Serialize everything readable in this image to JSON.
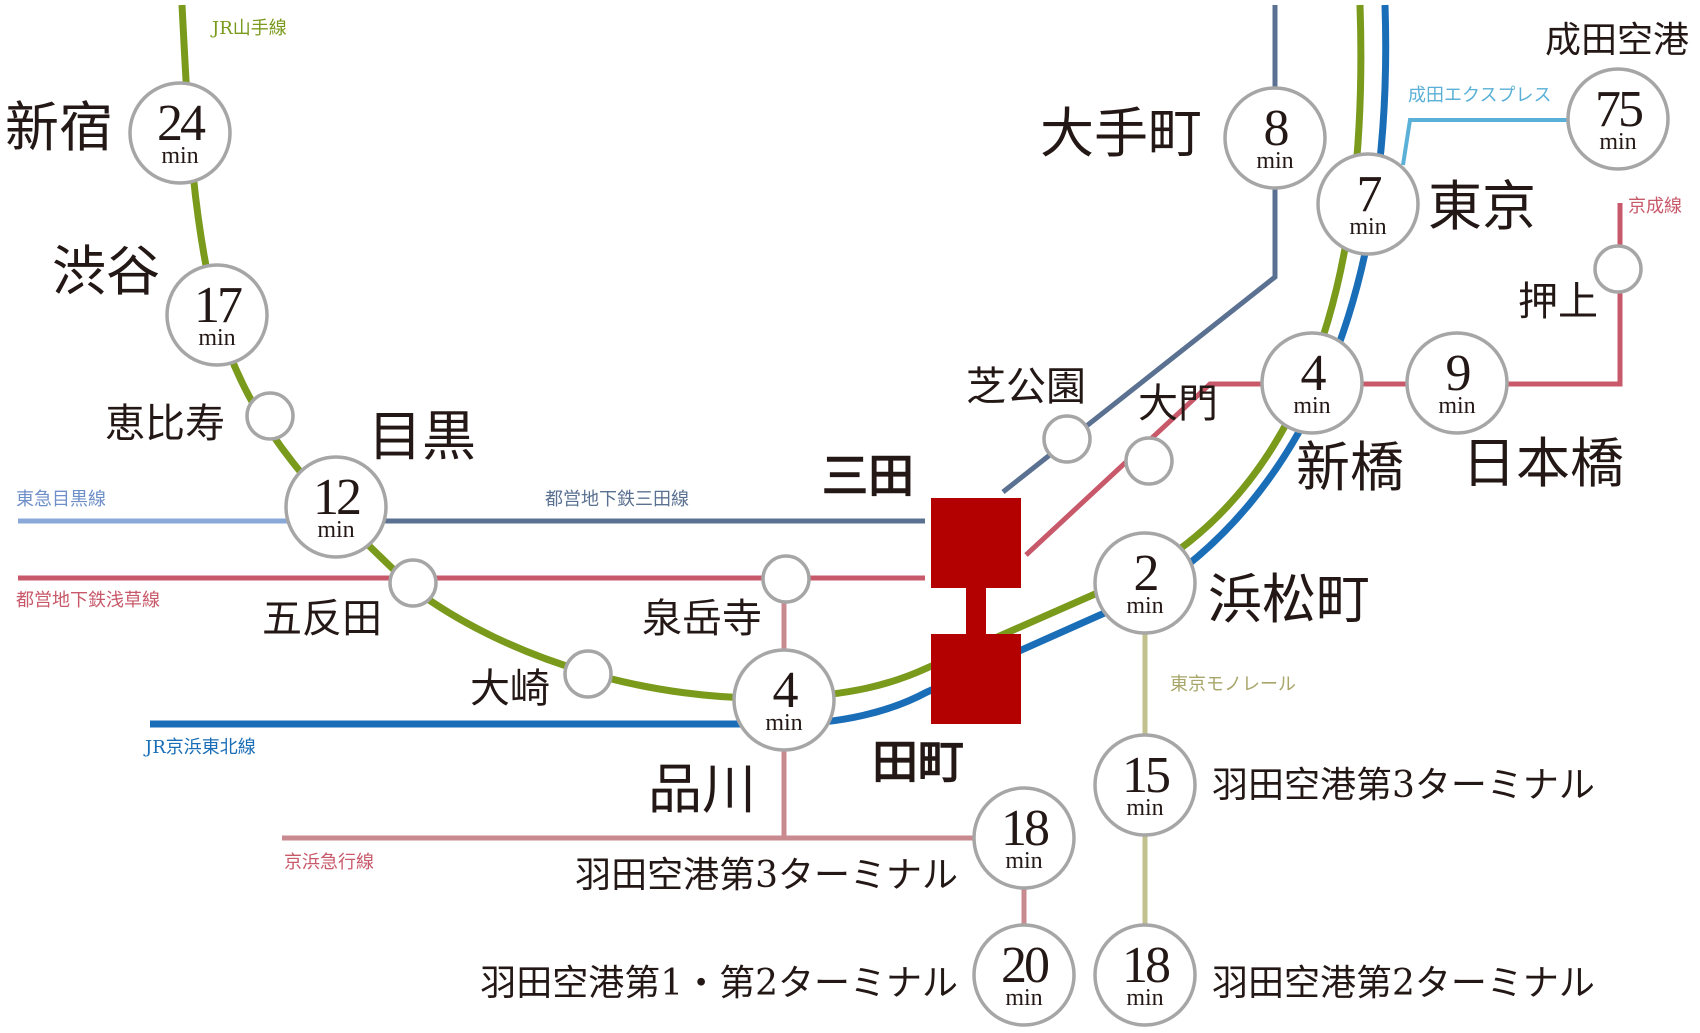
{
  "colors": {
    "yamanote": "#7a9a1c",
    "keihin_tohoku": "#1a6eb7",
    "mita_line": "#5b7191",
    "asakusa_line": "#c8596a",
    "keikyu": "#c98a8f",
    "keisei": "#c8596a",
    "narita_express": "#5ab0d6",
    "monorail": "#c2c08e",
    "toyoko_meguro": "#8aa8d8",
    "station_label": "#231815",
    "highlight": "#b30000",
    "node_stroke": "#a6a6a6"
  },
  "line_labels": {
    "yamanote": "JR山手線",
    "narita_express": "成田エクスプレス",
    "keisei": "京成線",
    "tokyu_meguro": "東急目黒線",
    "mita": "都営地下鉄三田線",
    "asakusa": "都営地下鉄浅草線",
    "keihin_tohoku": "JR京浜東北線",
    "monorail": "東京モノレール",
    "keikyu": "京浜急行線"
  },
  "unit": "min",
  "highlight": {
    "top": "三田",
    "bottom": "田町"
  },
  "stations": {
    "shinjuku": {
      "name": "新宿",
      "minutes": "24"
    },
    "shibuya": {
      "name": "渋谷",
      "minutes": "17"
    },
    "ebisu": {
      "name": "恵比寿"
    },
    "meguro": {
      "name": "目黒",
      "minutes": "12"
    },
    "gotanda": {
      "name": "五反田"
    },
    "osaki": {
      "name": "大崎"
    },
    "sengakuji": {
      "name": "泉岳寺"
    },
    "shinagawa": {
      "name": "品川",
      "minutes": "4"
    },
    "otemachi": {
      "name": "大手町",
      "minutes": "8"
    },
    "tokyo": {
      "name": "東京",
      "minutes": "7"
    },
    "narita": {
      "name": "成田空港",
      "minutes": "75"
    },
    "oshiage": {
      "name": "押上"
    },
    "shibakoen": {
      "name": "芝公園"
    },
    "daimon": {
      "name": "大門"
    },
    "shimbashi": {
      "name": "新橋",
      "minutes": "4"
    },
    "nihonbashi": {
      "name": "日本橋",
      "minutes": "9"
    },
    "hamamatsucho": {
      "name": "浜松町",
      "minutes": "2"
    },
    "haneda_t3_monorail": {
      "name": "羽田空港第3ターミナル",
      "minutes": "15"
    },
    "haneda_t2_monorail": {
      "name": "羽田空港第2ターミナル",
      "minutes": "18"
    },
    "haneda_t3_keikyu": {
      "name": "羽田空港第3ターミナル",
      "minutes": "18"
    },
    "haneda_t12_keikyu": {
      "name": "羽田空港第1・第2ターミナル",
      "minutes": "20"
    }
  }
}
